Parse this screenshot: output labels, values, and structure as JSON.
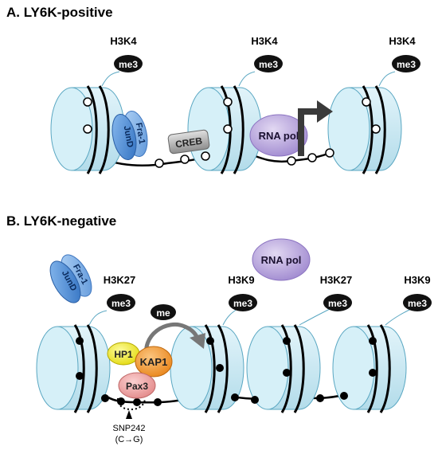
{
  "panel_a": {
    "title": "A. LY6K-positive",
    "marks": [
      {
        "line1": "H3K4",
        "line2": "me3"
      },
      {
        "line1": "H3K4",
        "line2": "me3"
      },
      {
        "line1": "H3K4",
        "line2": "me3"
      }
    ],
    "proteins": {
      "jund": "JunD",
      "fra1": "Fra-1",
      "creb": "CREB",
      "rna_pol": "RNA pol"
    }
  },
  "panel_b": {
    "title": "B. LY6K-negative",
    "marks": [
      {
        "line1": "H3K27",
        "line2": "me3"
      },
      {
        "line1": "H3K9",
        "line2": "me3"
      },
      {
        "line1": "H3K27",
        "line2": "me3"
      },
      {
        "line1": "H3K9",
        "line2": "me3"
      }
    ],
    "proteins": {
      "fra1": "Fra-1",
      "jund": "JunD",
      "rna_pol": "RNA pol",
      "hp1": "HP1",
      "kap1": "KAP1",
      "pax3": "Pax3"
    },
    "me_label": "me",
    "snp_label": "SNP242",
    "snp_change": "(C→G)"
  },
  "colors": {
    "nucleosome": "#c5e8f3",
    "nucleosome_stroke": "#5aa7c2",
    "jund": "#5b93d3",
    "fra1": "#7fb0e6",
    "creb": "#a9a9a9",
    "rna_pol": "#b7a5d9",
    "hp1": "#f5f044",
    "kap1": "#f49a32",
    "pax3": "#f3a8a8",
    "label_bg": "#111111"
  }
}
